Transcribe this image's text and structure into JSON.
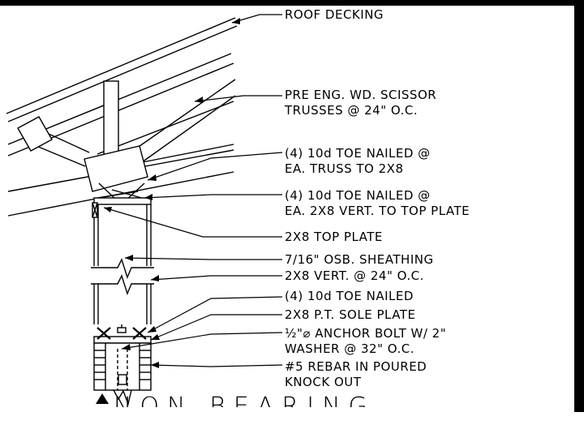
{
  "labels": {
    "roof_decking": "ROOF DECKING",
    "trusses_1": "PRE ENG. WD. SCISSOR",
    "trusses_2": "TRUSSES @ 24\" O.C.",
    "toe_nail_truss_1": "(4) 10d TOE NAILED @",
    "toe_nail_truss_2": "EA. TRUSS TO 2X8",
    "toe_nail_vert_1": "(4) 10d TOE NAILED @",
    "toe_nail_vert_2": "EA. 2X8 VERT. TO TOP PLATE",
    "top_plate": "2X8 TOP PLATE",
    "sheathing": "7/16\" OSB. SHEATHING",
    "vert": "2X8 VERT. @ 24\" O.C.",
    "toe_nail_sole": "(4) 10d TOE NAILED",
    "sole_plate": "2X8 P.T. SOLE PLATE",
    "anchor_1": "½\"⌀ ANCHOR BOLT W/ 2\"",
    "anchor_2": "WASHER @ 32\" O.C.",
    "rebar_1": "#5 REBAR IN POURED",
    "rebar_2": "KNOCK OUT"
  },
  "title": "NON-BEARING"
}
